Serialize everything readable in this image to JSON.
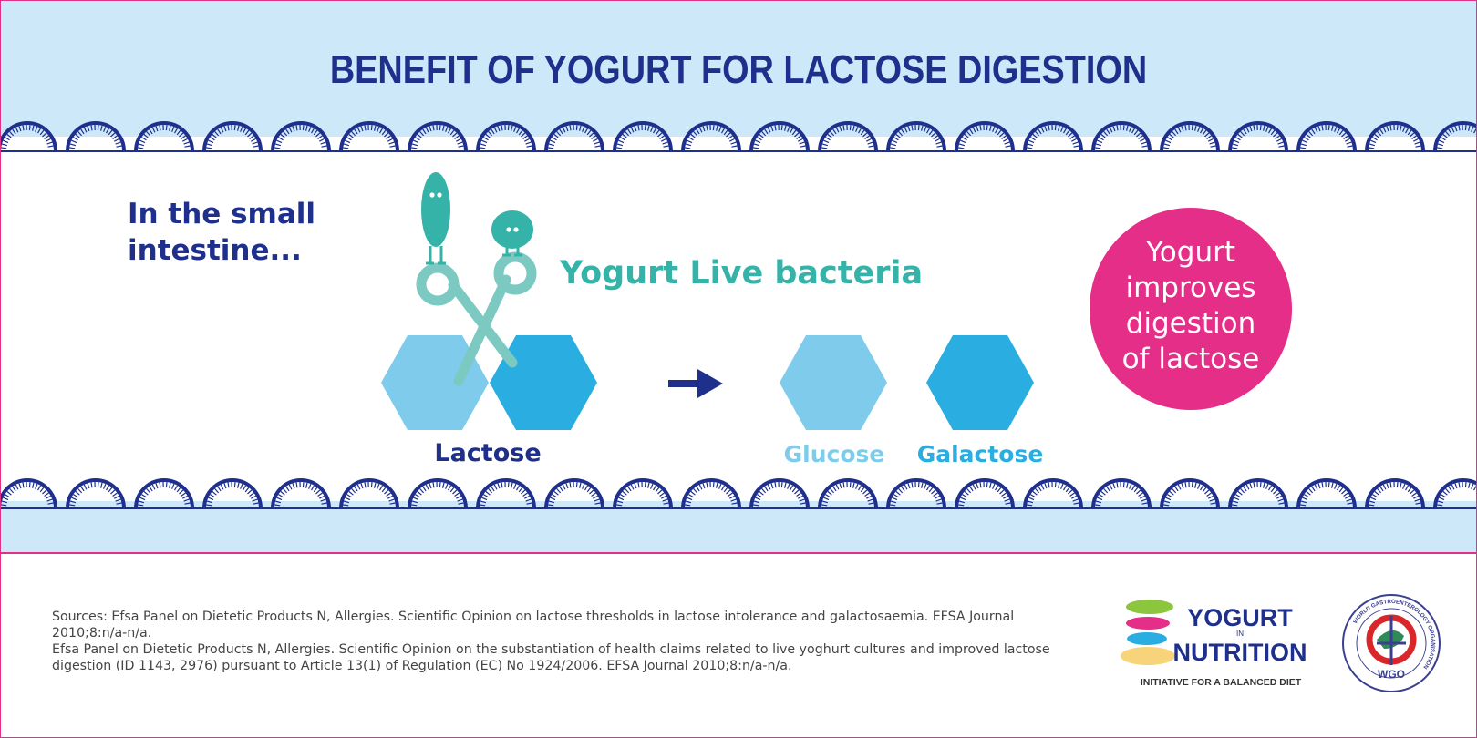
{
  "title": "BENEFIT OF YOGURT FOR LACTOSE DIGESTION",
  "intro": "In the small intestine...",
  "bacteria_label": "Yogurt Live bacteria",
  "labels": {
    "lactose": "Lactose",
    "glucose": "Glucose",
    "galactose": "Galactose"
  },
  "badge": "Yogurt\nimproves\ndigestion\nof lactose",
  "sources": [
    "Sources: Efsa Panel on Dietetic Products N, Allergies. Scientific Opinion on lactose thresholds in lactose intolerance and galactosaemia. EFSA Journal 2010;8:n/a-n/a.",
    "Efsa Panel on Dietetic Products N, Allergies. Scientific Opinion on the substantiation of health claims related to live yoghurt cultures and improved lactose digestion (ID 1143, 2976) pursuant to Article 13(1) of Regulation (EC) No 1924/2006. EFSA Journal 2010;8:n/a-n/a."
  ],
  "logos": {
    "yin_line1": "YOGURT",
    "yin_in": "IN",
    "yin_line2": "NUTRITION",
    "yin_tagline": "INITIATIVE FOR A BALANCED DIET",
    "wgo_abbr": "WGO",
    "wgo_ring": "WORLD GASTROENTEROLOGY ORGANISATION"
  },
  "colors": {
    "navy": "#1e2f8c",
    "teal": "#36b3a8",
    "light_blue": "#7ecbeb",
    "blue": "#2aaee2",
    "pink": "#e52e88",
    "band": "#cde8f8"
  }
}
